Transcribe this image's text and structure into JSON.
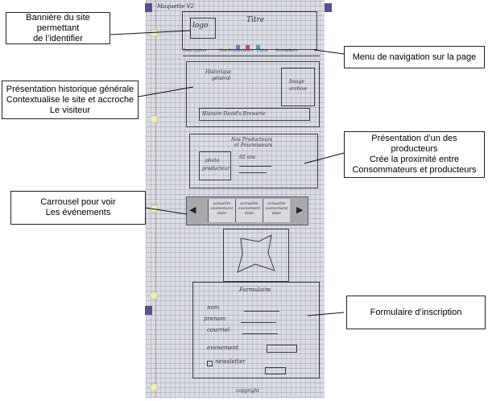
{
  "callouts": {
    "banner": [
      "Bannière du site permettant",
      "de l’identifier"
    ],
    "menu": [
      "Menu de navigation sur la page"
    ],
    "history": [
      "Présentation historique générale",
      "Contextualise le site et accroche",
      "Le visiteur"
    ],
    "producer": [
      "Présentation d’un des producteurs",
      "Crée la proximité entre",
      "Consommateurs et producteurs"
    ],
    "carousel": [
      "Carrousel pour voir",
      "Les événements"
    ],
    "form": [
      "Formulaire d’inscription"
    ]
  },
  "sketch": {
    "page_title": "Maquette V2",
    "logo": "logo",
    "title": "Titre",
    "nav": [
      "Description",
      "Nos Producteurs",
      "Carte",
      "Formulaire"
    ],
    "history_text": [
      "Historique",
      "général"
    ],
    "history_image": [
      "Image",
      "archive"
    ],
    "history_footer": "Histoire  David's Brewerie",
    "producers_heading": [
      "Nos Producteurs",
      "et Fournisseurs"
    ],
    "producer_photo": [
      "photo",
      "producteur"
    ],
    "producer_age": "92 ans",
    "carousel_cells": [
      [
        "actualite",
        "evenement",
        "date"
      ],
      [
        "actualite",
        "evenement",
        "date"
      ],
      [
        "actualite",
        "evenement",
        "date"
      ]
    ],
    "form_heading": "Formulaire",
    "form_fields": [
      "nom",
      "prenom",
      "courriel"
    ],
    "form_event": "evenement",
    "form_newsletter": "newsletter",
    "footer": "copyright"
  },
  "colors": {
    "paper": "#dcdde2",
    "grid": "#7882aa",
    "ink": "#2f2f3a",
    "callout_border": "#222222"
  }
}
